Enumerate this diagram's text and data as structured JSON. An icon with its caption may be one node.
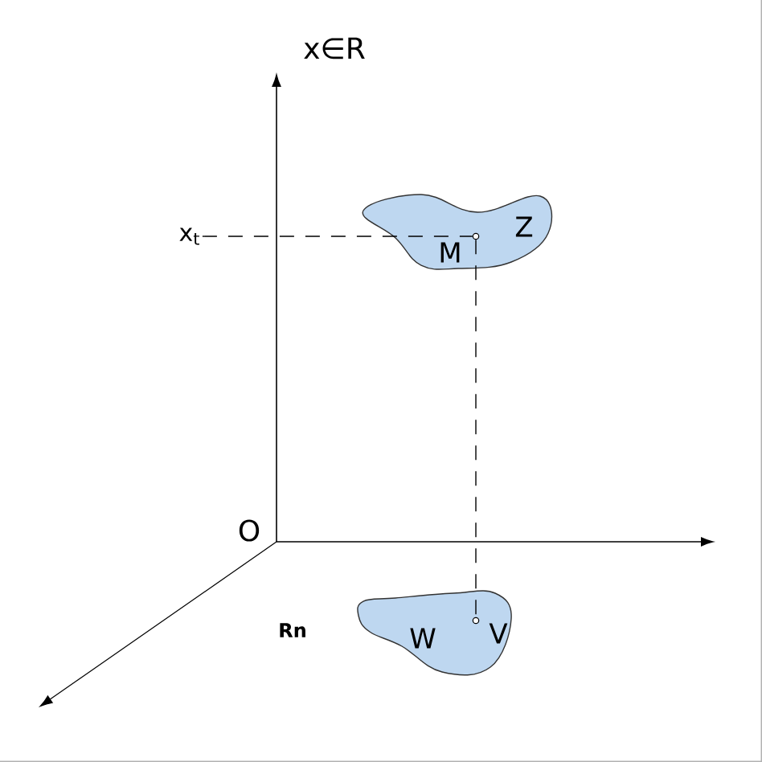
{
  "diagram": {
    "nodes": [
      {
        "text": [
          "Z"
        ]
      },
      {
        "text": [],
        "shape": "circle",
        "beside": [
          "M"
        ],
        "in": 0
      },
      {
        "text": [
          "W"
        ]
      },
      {
        "text": [],
        "shape": "circle",
        "beside": [
          "V"
        ],
        "in": 2
      },
      {
        "text": [
          "x$_{t}$"
        ]
      }
    ],
    "edges": [
      {
        "from": 1,
        "to": 3,
        "arrow": "none",
        "style": "dashed"
      },
      {
        "from": 4,
        "to": 1,
        "arrow": "none",
        "style": "dashed"
      }
    ],
    "labels": [
      "x∈R",
      "O",
      "Rn"
    ]
  }
}
